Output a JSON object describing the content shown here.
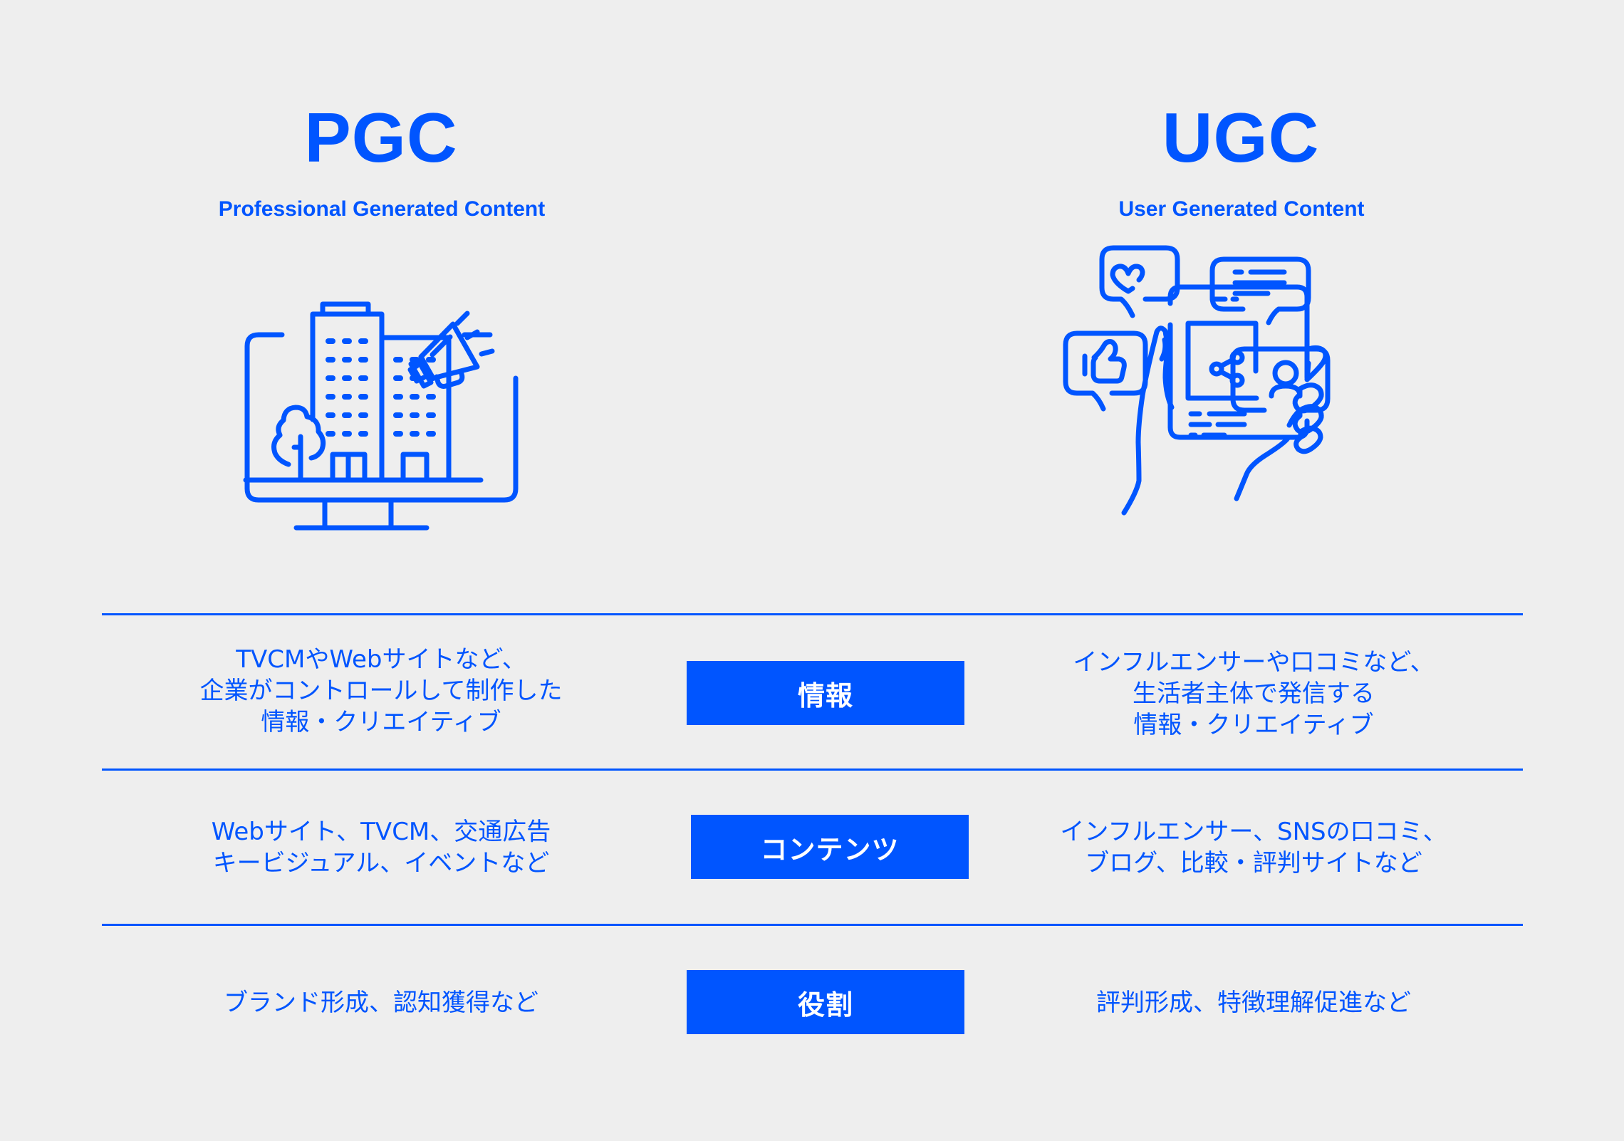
{
  "colors": {
    "background": "#EEEEEE",
    "accent": "#0055FF",
    "label_text": "#FFFFFF"
  },
  "pgc": {
    "title": "PGC",
    "subtitle": "Professional Generated Content",
    "illustration": "monitor-buildings-megaphone-icon"
  },
  "ugc": {
    "title": "UGC",
    "subtitle": "User Generated Content",
    "illustration": "hand-smartphone-social-bubbles-icon"
  },
  "rows": [
    {
      "label": "情報",
      "pgc_lines": [
        "TVCMやWebサイトなど、",
        "企業がコントロールして制作した",
        "情報・クリエイティブ"
      ],
      "ugc_lines": [
        "インフルエンサーや口コミなど、",
        "生活者主体で発信する",
        "情報・クリエイティブ"
      ]
    },
    {
      "label": "コンテンツ",
      "pgc_lines": [
        "Webサイト、TVCM、交通広告",
        "キービジュアル、イベントなど"
      ],
      "ugc_lines": [
        "インフルエンサー、SNSの口コミ、",
        "ブログ、比較・評判サイトなど"
      ]
    },
    {
      "label": "役割",
      "pgc_lines": [
        "ブランド形成、認知獲得など"
      ],
      "ugc_lines": [
        "評判形成、特徴理解促進など"
      ]
    }
  ]
}
